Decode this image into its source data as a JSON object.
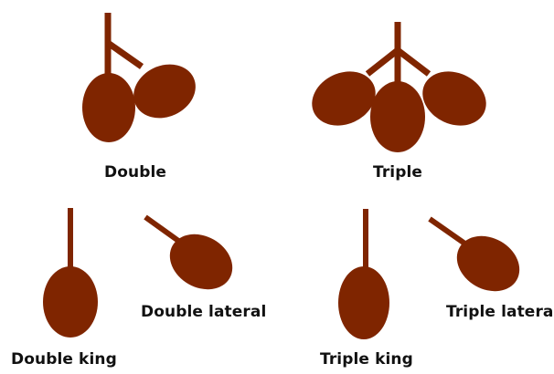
{
  "colors": {
    "fruit": "#7f2500",
    "label": "#111111",
    "background": "#ffffff"
  },
  "labels": {
    "double": "Double",
    "triple": "Triple",
    "double_lateral": "Double lateral",
    "triple_lateral": "Triple lateral",
    "double_king": "Double king",
    "triple_king": "Triple king"
  }
}
